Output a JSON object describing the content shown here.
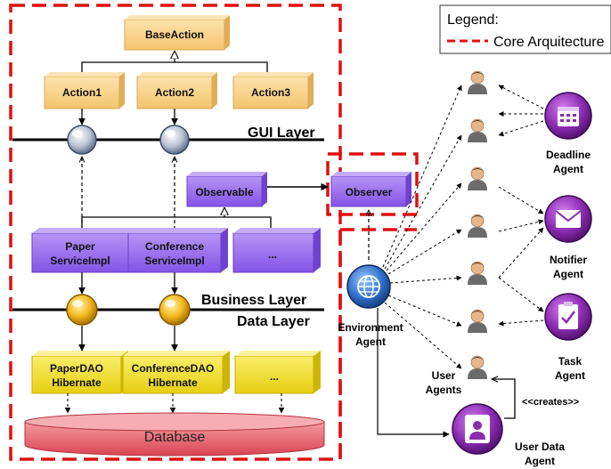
{
  "legend": {
    "title": "Legend:",
    "item": "Core Arquitecture"
  },
  "gui": {
    "base_action": "BaseAction",
    "actions": [
      "Action1",
      "Action2",
      "Action3"
    ],
    "layer_label": "GUI Layer"
  },
  "business": {
    "observable": "Observable",
    "observer": "Observer",
    "services": [
      [
        "Paper",
        "ServiceImpl"
      ],
      [
        "Conference",
        "ServiceImpl"
      ],
      [
        "..."
      ]
    ],
    "layer_label": "Business Layer"
  },
  "data": {
    "layer_label": "Data Layer",
    "daos": [
      [
        "PaperDAO",
        "Hibernate"
      ],
      [
        "ConferenceDAO",
        "Hibernate"
      ],
      [
        "..."
      ]
    ],
    "database": "Database"
  },
  "agents": {
    "environment": [
      "Environment",
      "Agent"
    ],
    "deadline": [
      "Deadline",
      "Agent"
    ],
    "notifier": [
      "Notifier",
      "Agent"
    ],
    "task": [
      "Task",
      "Agent"
    ],
    "user_agents": [
      "User",
      "Agents"
    ],
    "user_data": [
      "User Data",
      "Agent"
    ],
    "creates": "<<creates>>"
  },
  "colors": {
    "core_border": "#e01010",
    "gui_box": "#f6cf84",
    "service_box": "#9b6cf0",
    "dao_box": "#f0dc30",
    "database": "#e8656d",
    "agent_icon": "#8a2bb0",
    "env_icon": "#2f6fc8"
  },
  "icons": {
    "deadline": "calendar-icon",
    "notifier": "envelope-icon",
    "task": "clipboard-icon",
    "user_data": "person-card-icon",
    "environment": "globe-icon",
    "user": "user-person-icon"
  }
}
